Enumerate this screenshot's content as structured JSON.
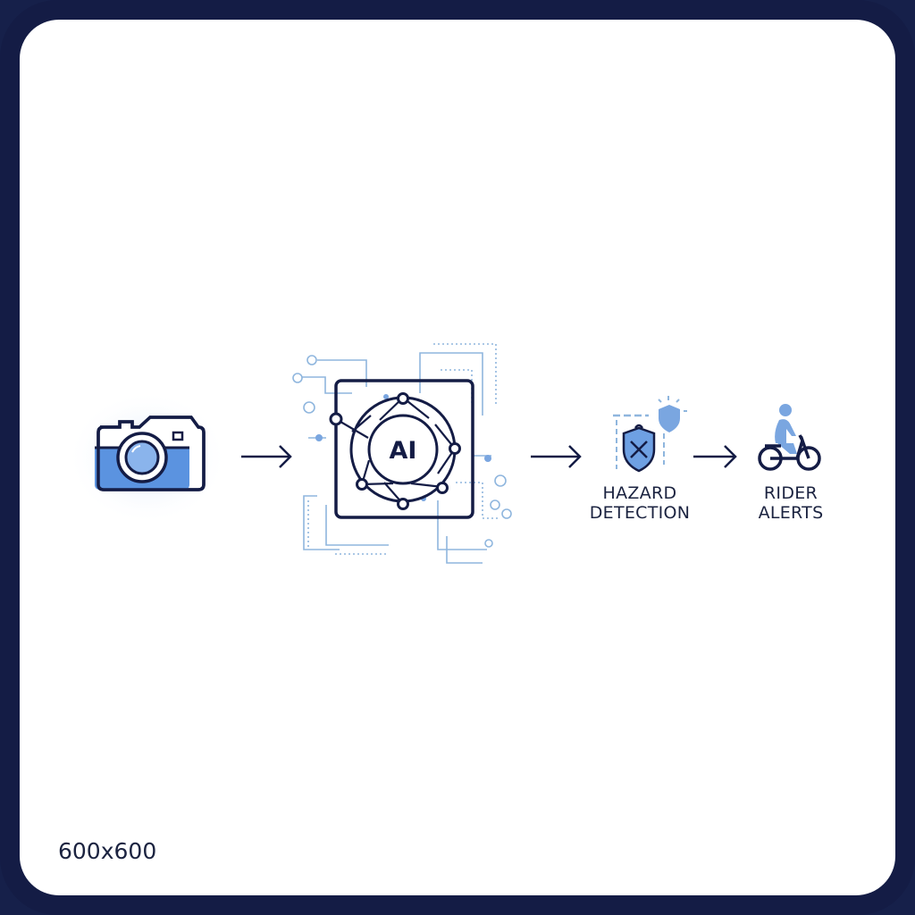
{
  "diagram": {
    "steps": [
      {
        "name": "camera",
        "icon": "camera-icon"
      },
      {
        "name": "ai",
        "icon": "ai-network-icon",
        "label": "AI"
      },
      {
        "name": "hazard",
        "icon": "shield-icon",
        "label_line1": "HAZARD",
        "label_line2": "DETECTION"
      },
      {
        "name": "rider",
        "icon": "bike-rider-icon",
        "label_line1": "RIDER",
        "label_line2": "ALERTS"
      }
    ],
    "dimension_label": "600x600"
  },
  "colors": {
    "navy": "#141c45",
    "blue": "#5b93e0",
    "light_blue": "#9fc3ea",
    "ink": "#1b2340"
  }
}
